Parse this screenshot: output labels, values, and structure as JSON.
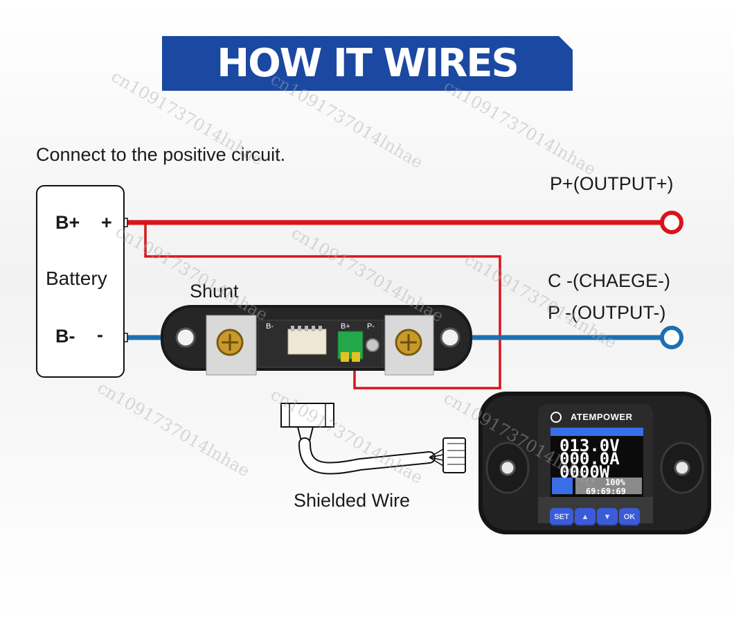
{
  "banner": {
    "title": "HOW IT WIRES",
    "color": "#1b48a1"
  },
  "instruction": "Connect to the positive circuit.",
  "battery": {
    "label": "Battery",
    "positive_terminal": "B+",
    "positive_sign": "+",
    "negative_terminal": "B-",
    "negative_sign": "-"
  },
  "shunt": {
    "label": "Shunt",
    "pin_b_minus": "B-",
    "pin_b_plus": "B+",
    "pin_p_minus": "P-"
  },
  "outputs": {
    "output_plus": "P+(OUTPUT+)",
    "charge_minus": "C -(CHAEGE-)",
    "output_minus": "P -(OUTPUT-)"
  },
  "cable": {
    "label": "Shielded Wire"
  },
  "monitor": {
    "brand": "ATEMPOWER",
    "voltage": "013.0V",
    "current": "000.0A",
    "power": "0000W",
    "percent": "100%",
    "time": "69:69:69",
    "buttons": [
      "SET",
      "▲",
      "▼",
      "OK"
    ]
  },
  "wire_colors": {
    "positive": "#d9141b",
    "negative": "#1c6fb2"
  },
  "watermark": "cn1091737014lnhae"
}
